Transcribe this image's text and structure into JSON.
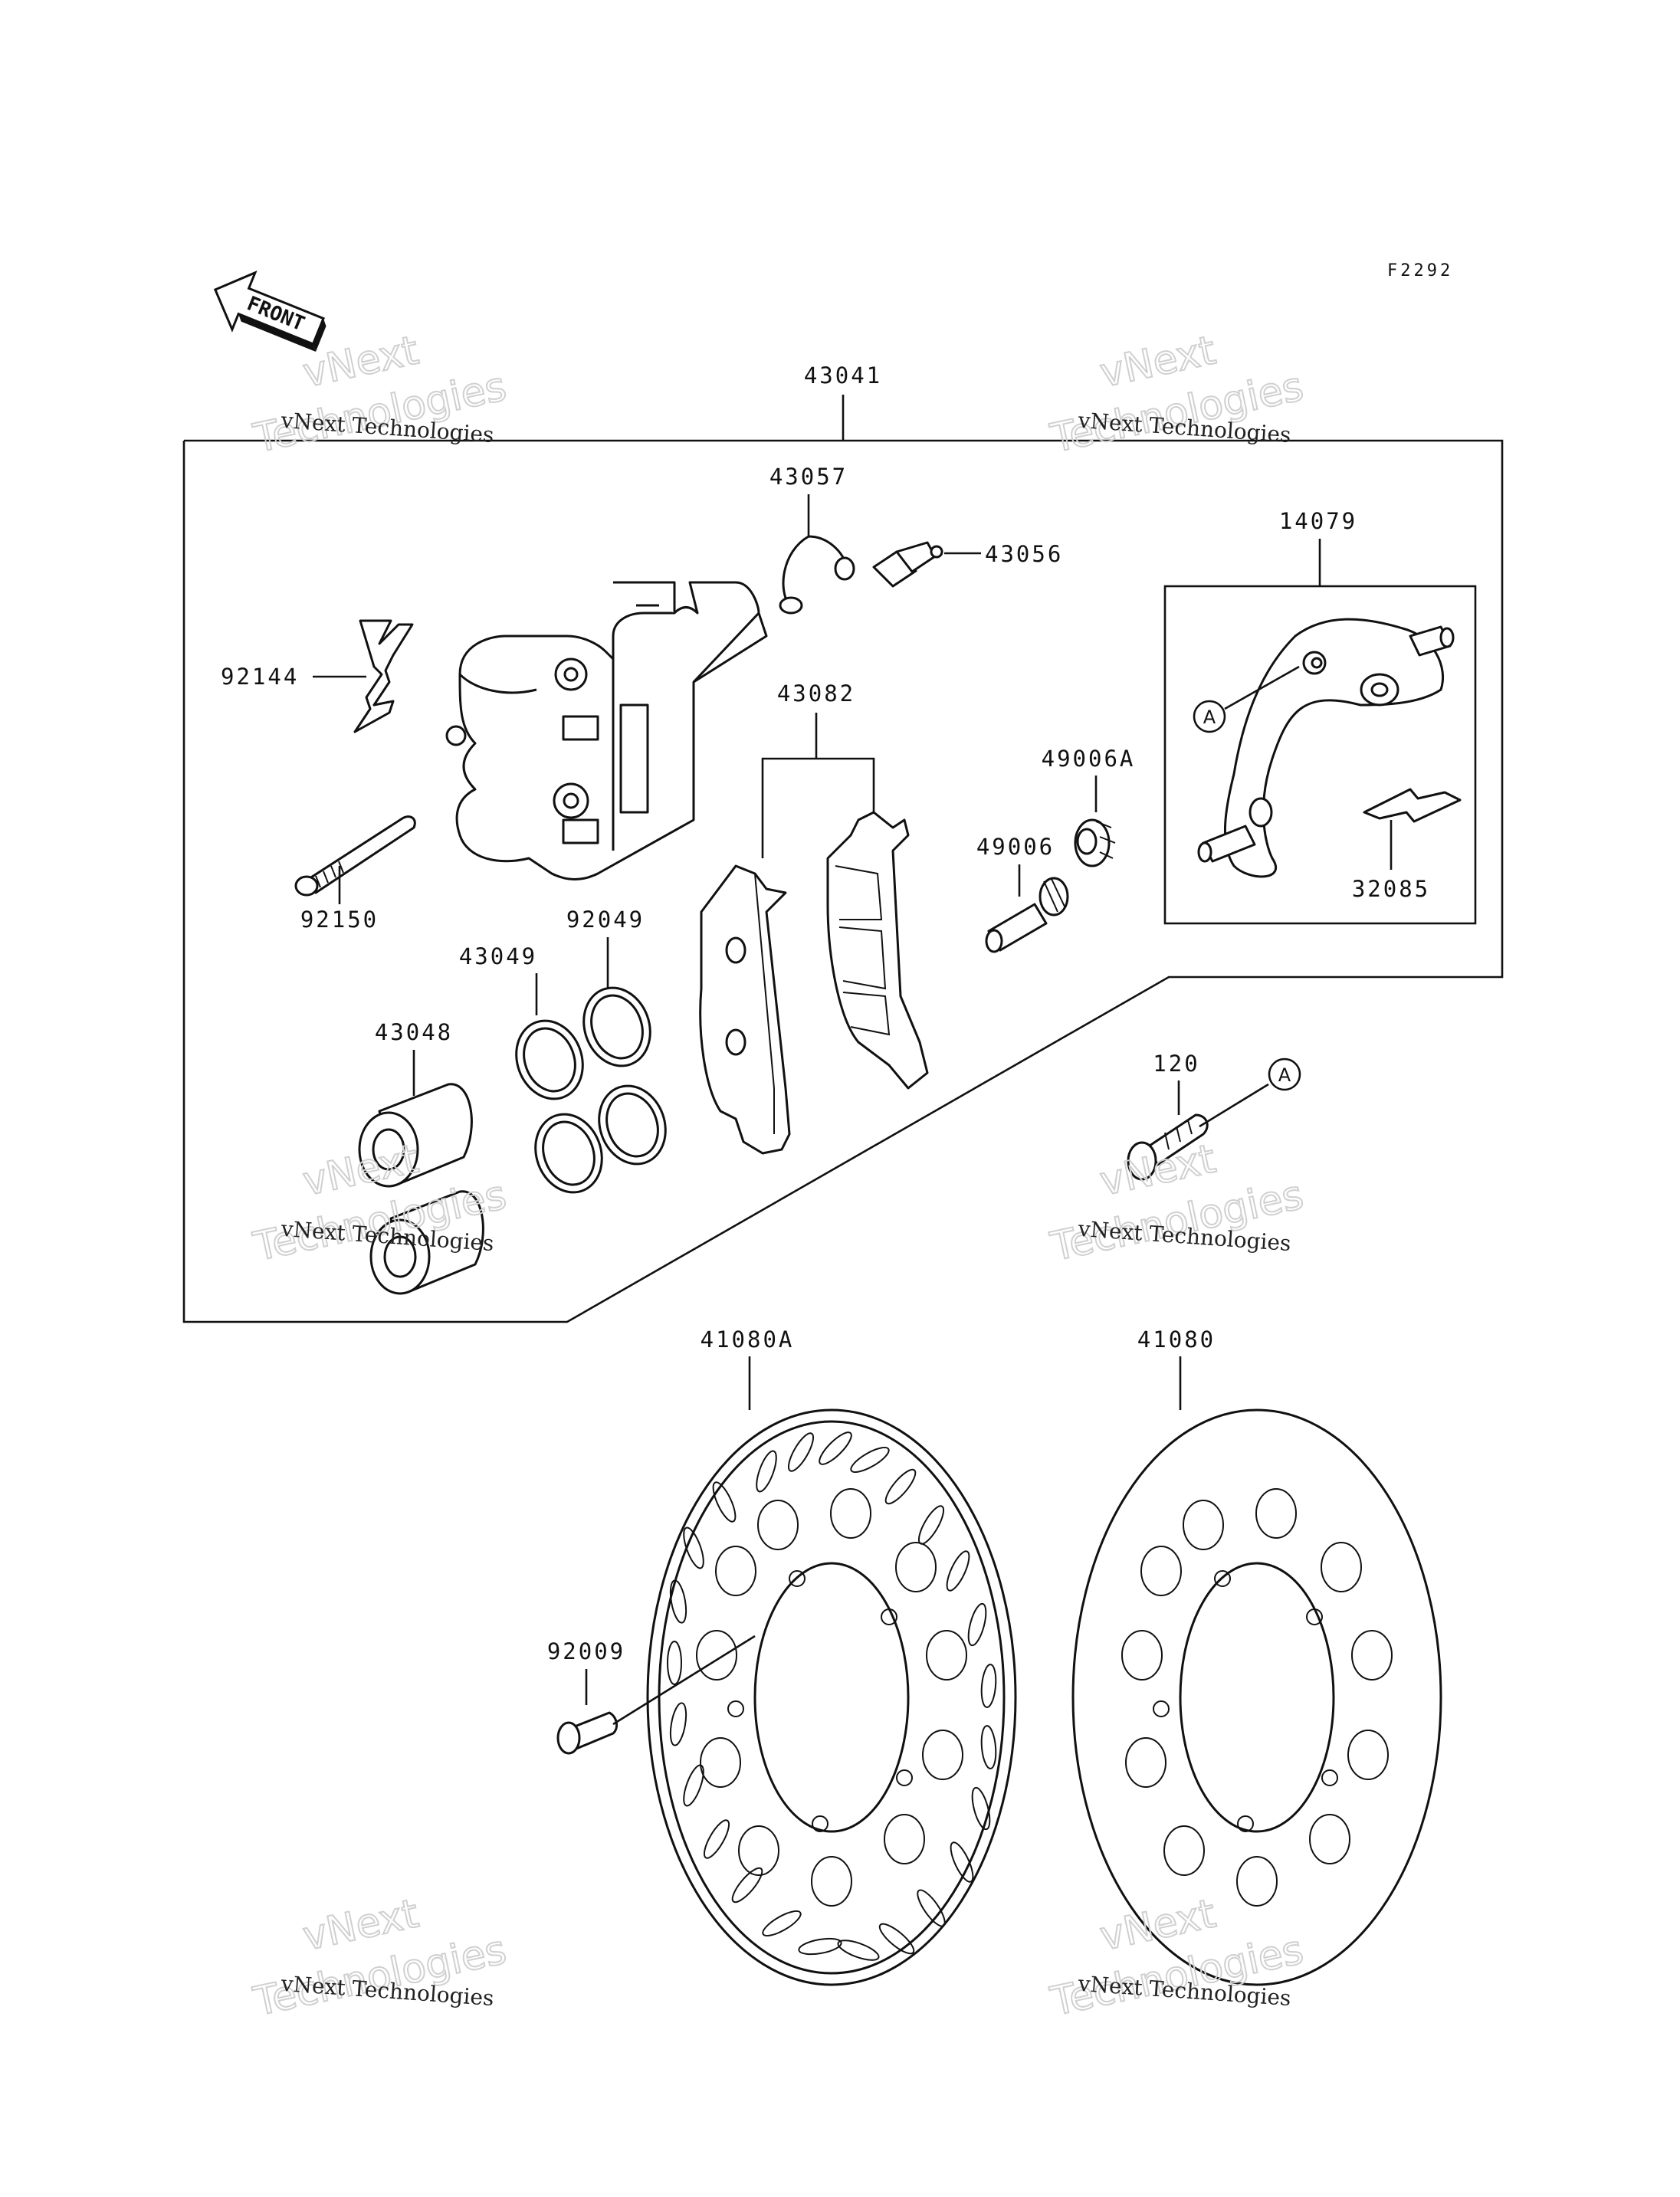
{
  "diagram": {
    "code": "F2292",
    "front_label": "FRONT",
    "callout_ref": "A",
    "watermark": {
      "line1": "vNext Technologies",
      "line2a": "vNext",
      "line2b": "Technologies"
    },
    "parts": {
      "p43041": "43041",
      "p43057": "43057",
      "p43056": "43056",
      "p14079": "14079",
      "p92144": "92144",
      "p43082": "43082",
      "p49006A": "49006A",
      "p49006": "49006",
      "p32085": "32085",
      "p92150": "92150",
      "p92049": "92049",
      "p43049": "43049",
      "p43048": "43048",
      "p120": "120",
      "p41080A": "41080A",
      "p41080": "41080",
      "p92009": "92009"
    }
  }
}
